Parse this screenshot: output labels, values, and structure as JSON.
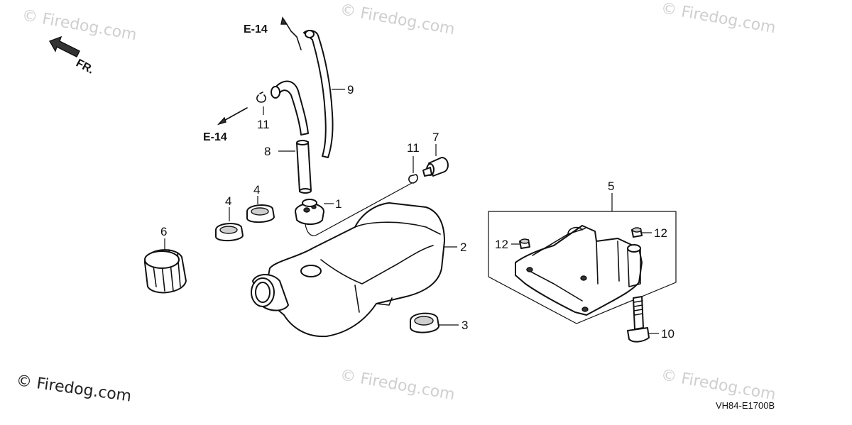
{
  "watermarks": {
    "small": "© Firedog.com",
    "main": "© Firedog.com"
  },
  "orientation": {
    "label": "FR."
  },
  "references": [
    {
      "id": "e14-top",
      "label": "E-14"
    },
    {
      "id": "e14-left",
      "label": "E-14"
    }
  ],
  "callouts": {
    "c1": "1",
    "c2": "2",
    "c3": "3",
    "c4a": "4",
    "c4b": "4",
    "c5": "5",
    "c6": "6",
    "c7": "7",
    "c8": "8",
    "c9": "9",
    "c10": "10",
    "c11a": "11",
    "c11b": "11",
    "c12a": "12",
    "c12b": "12"
  },
  "diagram_code": "VH84-E1700B"
}
